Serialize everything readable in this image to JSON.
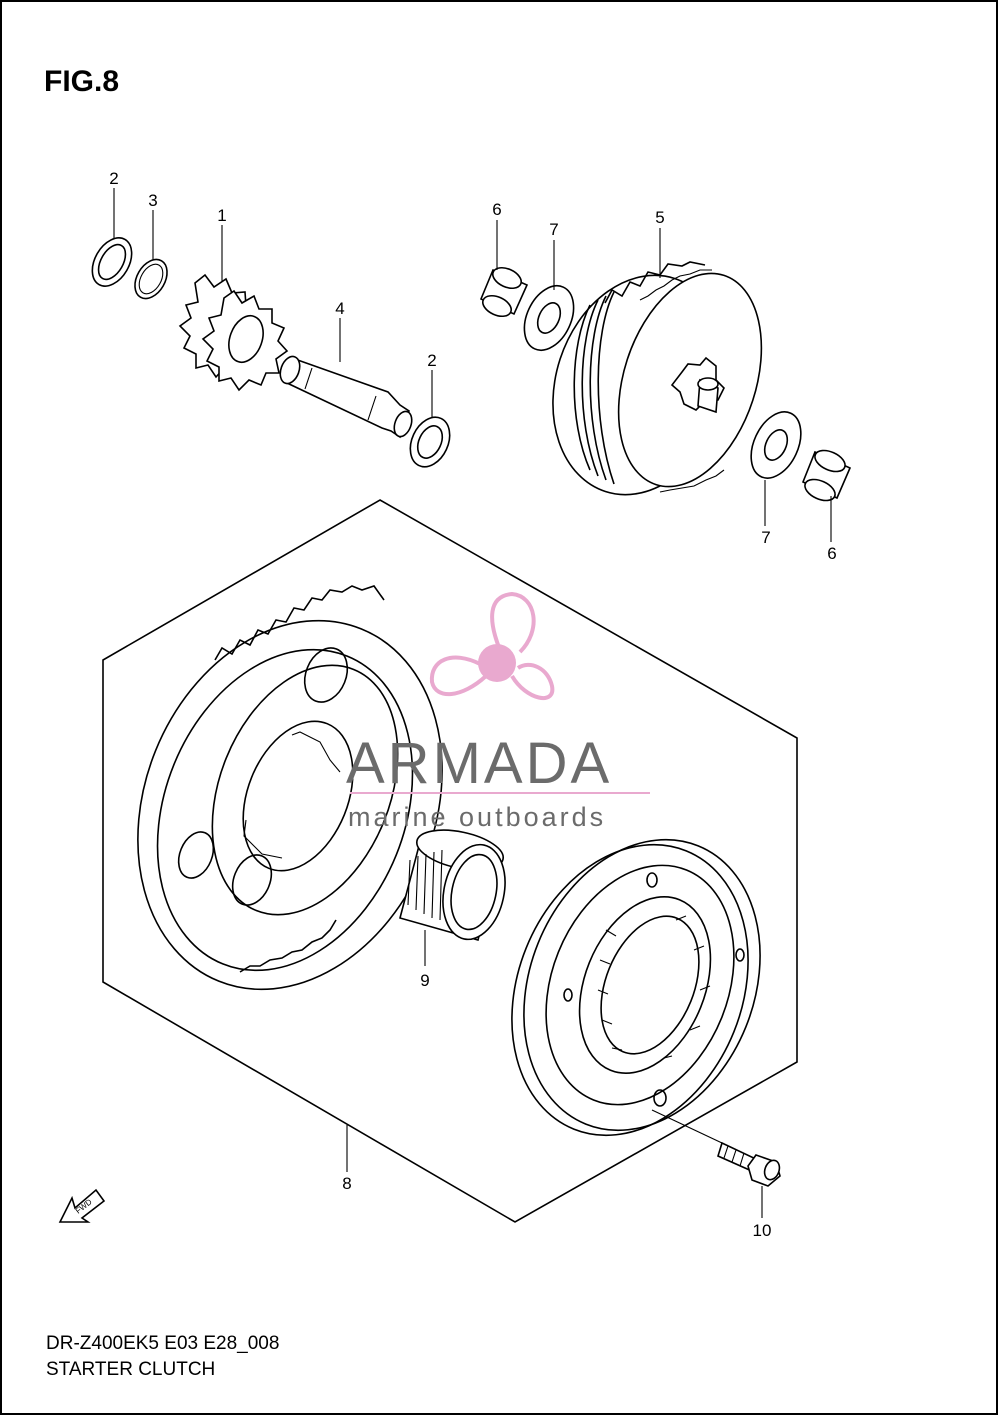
{
  "figure": {
    "title": "FIG.8",
    "model_code": "DR-Z400EK5 E03 E28_008",
    "caption": "STARTER CLUTCH"
  },
  "watermark": {
    "brand": "ARMADA",
    "tagline": "marine outboards",
    "logo_icon": "propeller-icon",
    "colors": {
      "logo": "#e9a9cf",
      "text": "#6b6b6b"
    }
  },
  "direction_marker": {
    "label": "FWD",
    "icon": "fwd-arrow-icon"
  },
  "callouts": [
    {
      "id": "c2a",
      "label": "2"
    },
    {
      "id": "c3",
      "label": "3"
    },
    {
      "id": "c1",
      "label": "1"
    },
    {
      "id": "c4",
      "label": "4"
    },
    {
      "id": "c2b",
      "label": "2"
    },
    {
      "id": "c6a",
      "label": "6"
    },
    {
      "id": "c7a",
      "label": "7"
    },
    {
      "id": "c5",
      "label": "5"
    },
    {
      "id": "c7b",
      "label": "7"
    },
    {
      "id": "c6b",
      "label": "6"
    },
    {
      "id": "c9",
      "label": "9"
    },
    {
      "id": "c8",
      "label": "8"
    },
    {
      "id": "c10",
      "label": "10"
    }
  ]
}
